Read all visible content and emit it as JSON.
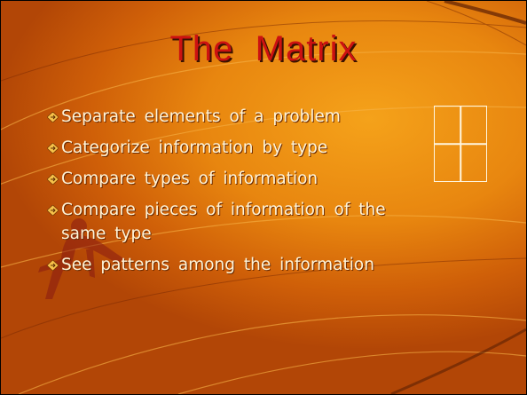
{
  "slide": {
    "title": "The  Matrix",
    "bullets": [
      {
        "text": "Separate elements of a problem"
      },
      {
        "text": "Categorize information by type"
      },
      {
        "text": "Compare types of information"
      },
      {
        "text": "Compare pieces of information of the",
        "text2": "same type"
      },
      {
        "text": "See patterns among the information"
      }
    ],
    "colors": {
      "title": "#cc1111",
      "background": "#e8860f",
      "bullet_text": "#fff4d8"
    },
    "icons": {
      "bullet": "diamond-arrow-bullet-icon",
      "matrix": "two-by-two-grid-icon"
    }
  }
}
